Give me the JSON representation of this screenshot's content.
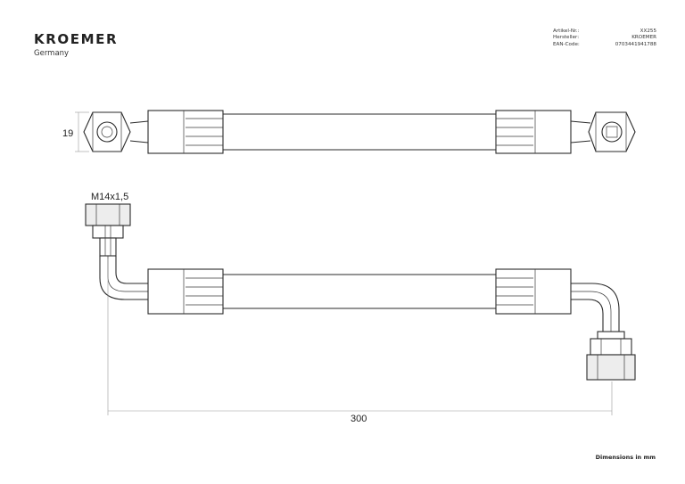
{
  "header": {
    "brand": "KROEMER",
    "subtitle": "Germany",
    "labels": [
      "Artikel-Nr.:",
      "Hersteller:",
      "EAN-Code:"
    ],
    "values": [
      "XX255",
      "KROEMER",
      "0703441941788"
    ]
  },
  "dimensions": {
    "height": "19",
    "thread": "M14x1,5",
    "length": "300"
  },
  "footer": {
    "note": "Dimensions in mm"
  }
}
